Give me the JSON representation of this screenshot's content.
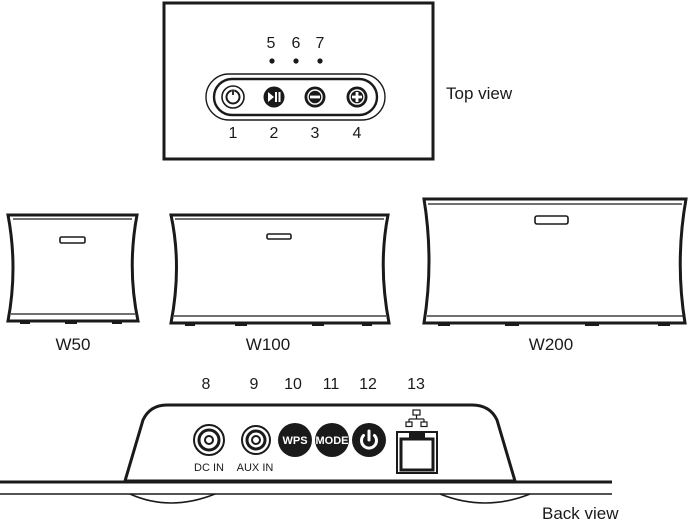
{
  "top_view": {
    "caption": "Top view",
    "upper_numbers": [
      "5",
      "6",
      "7"
    ],
    "lower_numbers": [
      "1",
      "2",
      "3",
      "4"
    ],
    "icons": [
      "power-icon",
      "play-pause-icon",
      "volume-down-icon",
      "volume-up-icon"
    ]
  },
  "models": {
    "w50": "W50",
    "w100": "W100",
    "w200": "W200"
  },
  "back_view": {
    "caption": "Back view",
    "numbers": [
      "8",
      "9",
      "10",
      "11",
      "12",
      "13"
    ],
    "dc_in": "DC IN",
    "aux_in": "AUX IN",
    "wps": "WPS",
    "mode": "MODE",
    "icons": [
      "dc-in-jack-icon",
      "aux-in-jack-icon",
      "power-icon",
      "network-icon",
      "ethernet-port-icon"
    ]
  }
}
